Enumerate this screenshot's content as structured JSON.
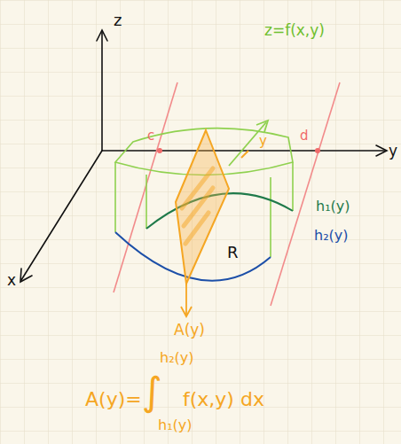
{
  "diagram": {
    "labels": [
      "z",
      "z=f(x,y)",
      "c",
      "y",
      "d",
      "y",
      "h₁(y)",
      "R",
      "h₂(y)",
      "x",
      "A(y)",
      "A(y)=",
      "∫",
      "h₂(y)",
      "h₁(y)",
      "f(x,y) dx"
    ]
  }
}
